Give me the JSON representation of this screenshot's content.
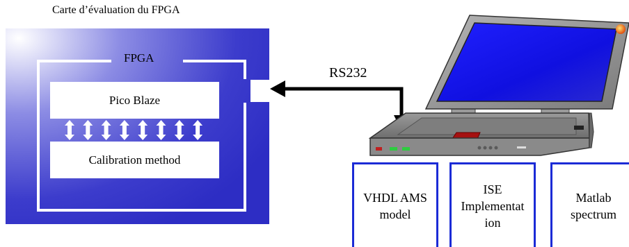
{
  "board": {
    "caption": "Carte d’évaluation du FPGA",
    "fpga_label": "FPGA",
    "pico_label": "Pico Blaze",
    "calibration_label": "Calibration method",
    "arrow_count": 8
  },
  "link": {
    "label": "RS232"
  },
  "tools": [
    {
      "label": "VHDL AMS\nmodel"
    },
    {
      "label": "ISE\nImplementat\nion"
    },
    {
      "label": "Matlab\nspectrum"
    }
  ],
  "colors": {
    "board_blue": "#3131c9",
    "tool_border": "#1b2bd6",
    "screen_blue": "#1a1af0",
    "laptop_gray": "#8c8c8c"
  }
}
